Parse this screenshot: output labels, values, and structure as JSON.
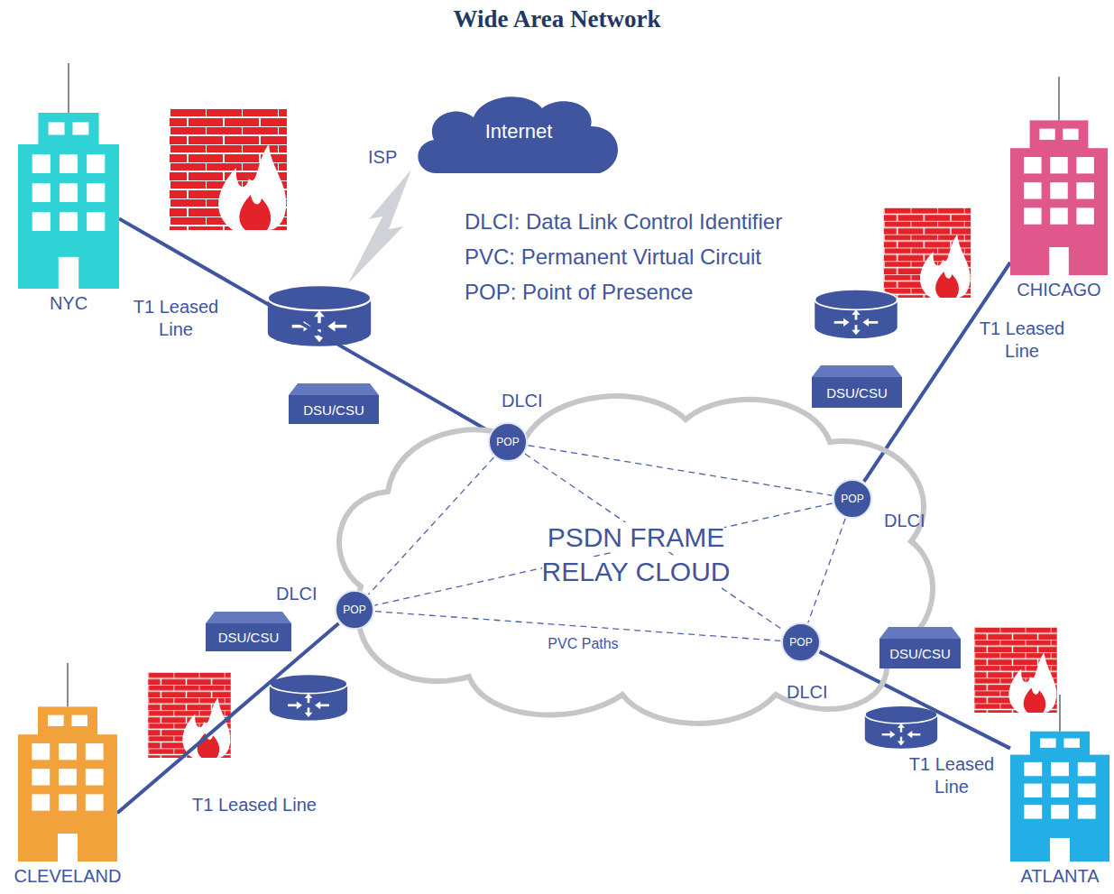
{
  "diagram": {
    "title": "Wide Area Network",
    "nodes": [
      {
        "text": [
          "NYC"
        ]
      },
      {
        "text": [
          "Internet"
        ]
      },
      {
        "text": [
          "CHICAGO"
        ]
      },
      {
        "text": [
          "DSU/CSU"
        ]
      },
      {
        "text": [
          "DSU/CSU"
        ]
      },
      {
        "text": [
          "PSDN FRAME RELAY CLOUD"
        ]
      },
      {
        "text": [
          "POP"
        ],
        "in": 5
      },
      {
        "text": [
          "POP"
        ],
        "in": 5
      },
      {
        "text": [
          "POP"
        ],
        "in": 5
      },
      {
        "text": [
          "POP"
        ],
        "in": 5
      },
      {
        "text": [
          "DSU/CSU"
        ]
      },
      {
        "text": [
          "DSU/CSU"
        ]
      },
      {
        "text": [
          "CLEVELAND"
        ]
      },
      {
        "text": [
          "ATLANTA"
        ]
      }
    ],
    "edges": [
      {
        "from": 0,
        "to": 6,
        "arrow": "none"
      },
      {
        "from": 2,
        "to": 7,
        "arrow": "none"
      },
      {
        "from": 12,
        "to": 8,
        "arrow": "none"
      },
      {
        "from": 13,
        "to": 9,
        "arrow": "none"
      },
      {
        "from": 6,
        "to": 7,
        "arrow": "none"
      },
      {
        "from": 6,
        "to": 8,
        "arrow": "none"
      },
      {
        "from": 6,
        "to": 9,
        "arrow": "none"
      },
      {
        "from": 7,
        "to": 8,
        "arrow": "none"
      },
      {
        "from": 7,
        "to": 9,
        "arrow": "none"
      },
      {
        "from": 8,
        "to": 9,
        "label": "PVC Paths",
        "arrow": "none"
      }
    ],
    "labels": [
      "ISP",
      "DLCI: Data Link Control Identifier",
      "PVC: Permanent Virtual Circuit",
      "POP: Point of Presence",
      "T1 Leased Line",
      "T1 Leased Line",
      "DLCI",
      "DLCI",
      "DLCI",
      "DLCI",
      "T1 Leased Line",
      "T1 Leased Line"
    ]
  }
}
